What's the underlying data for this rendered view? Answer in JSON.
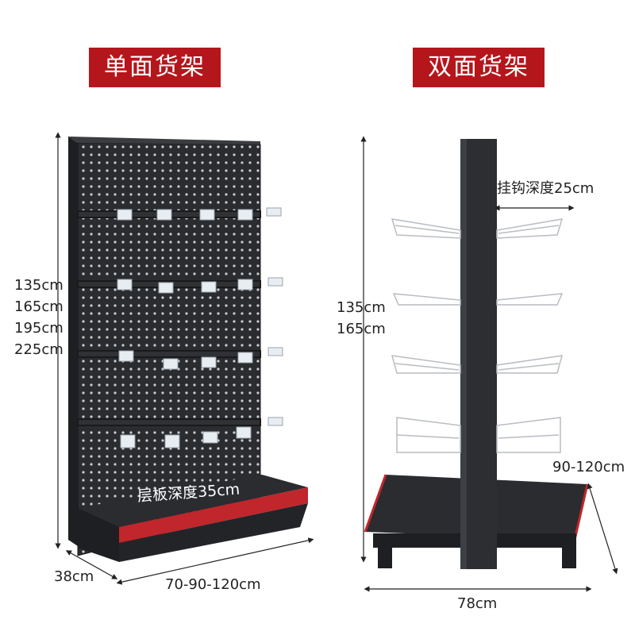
{
  "titles": {
    "single": "单面货架",
    "double": "双面货架"
  },
  "single_shelf": {
    "heights": [
      "135cm",
      "165cm",
      "195cm",
      "225cm"
    ],
    "depth_label": "层板深度35cm",
    "side_depth": "38cm",
    "width": "70-90-120cm"
  },
  "double_shelf": {
    "heights": [
      "135cm",
      "165cm"
    ],
    "hook_depth": "挂钩深度25cm",
    "width_range": "90-120cm",
    "depth": "78cm"
  },
  "colors": {
    "title_bg": "#b5161b",
    "shelf_body": "#2a2c30",
    "accent_red": "#c0262b"
  }
}
